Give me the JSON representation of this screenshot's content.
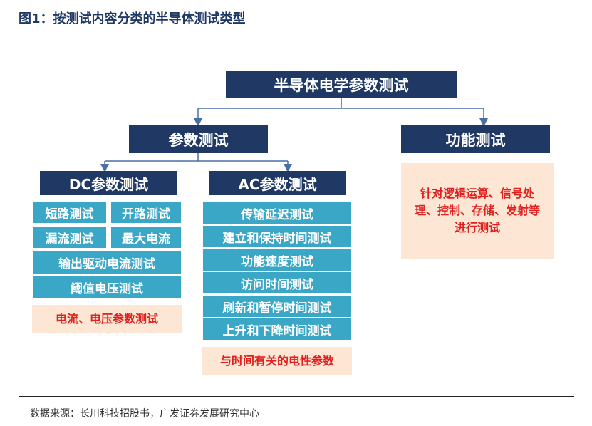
{
  "figure_title": "图1：按测试内容分类的半导体测试类型",
  "root": "半导体电学参数测试",
  "param_test": "参数测试",
  "func_test": "功能测试",
  "dc": {
    "title": "DC参数测试",
    "items": [
      "短路测试",
      "开路测试",
      "漏流测试",
      "最大电流",
      "输出驱动电流测试",
      "阈值电压测试"
    ],
    "note": "电流、电压参数测试"
  },
  "ac": {
    "title": "AC参数测试",
    "items": [
      "传输延迟测试",
      "建立和保持时间测试",
      "功能速度测试",
      "访问时间测试",
      "刷新和暂停时间测试",
      "上升和下降时间测试"
    ],
    "note": "与时间有关的电性参数"
  },
  "func_note": "针对逻辑运算、信号处理、控制、存储、发射等进行测试",
  "source": "数据来源：长川科技招股书，广发证券发展研究中心",
  "colors": {
    "navy": "#1f3864",
    "teal": "#3ba7c7",
    "note_bg": "#fde6d3",
    "note_text": "#e0201e",
    "connector": "#4a6fa5"
  }
}
